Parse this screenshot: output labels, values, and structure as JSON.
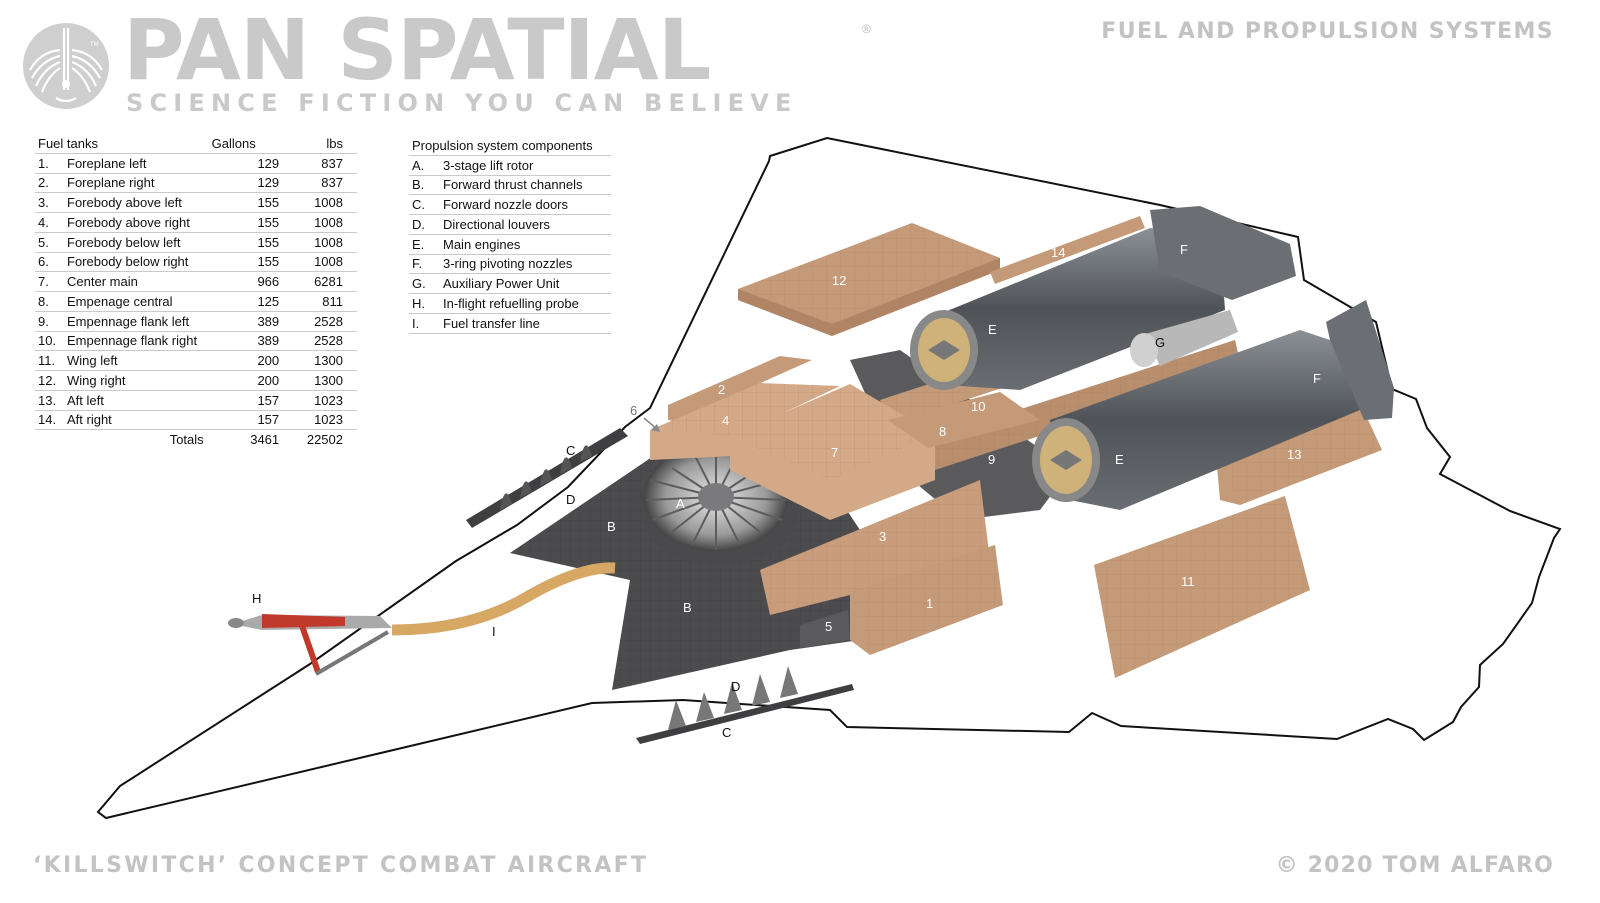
{
  "branding": {
    "title": "PAN SPATIAL",
    "registered_mark": "®",
    "tagline": "SCIENCE FICTION YOU CAN BELIEVE",
    "logo_mark": "TM",
    "logo_icon": "winged-emblem-icon"
  },
  "header": {
    "section_title": "FUEL AND PROPULSION SYSTEMS"
  },
  "footer": {
    "subject": "‘KILLSWITCH’ CONCEPT COMBAT AIRCRAFT",
    "copyright": "© 2020 TOM ALFARO"
  },
  "fuel_table": {
    "headers": {
      "name": "Fuel tanks",
      "gallons": "Gallons",
      "lbs": "lbs"
    },
    "rows": [
      {
        "no": "1.",
        "name": "Foreplane left",
        "gallons": "129",
        "lbs": "837"
      },
      {
        "no": "2.",
        "name": "Foreplane right",
        "gallons": "129",
        "lbs": "837"
      },
      {
        "no": "3.",
        "name": "Forebody above left",
        "gallons": "155",
        "lbs": "1008"
      },
      {
        "no": "4.",
        "name": "Forebody above right",
        "gallons": "155",
        "lbs": "1008"
      },
      {
        "no": "5.",
        "name": "Forebody below left",
        "gallons": "155",
        "lbs": "1008"
      },
      {
        "no": "6.",
        "name": "Forebody below right",
        "gallons": "155",
        "lbs": "1008"
      },
      {
        "no": "7.",
        "name": "Center main",
        "gallons": "966",
        "lbs": "6281"
      },
      {
        "no": "8.",
        "name": "Empenage central",
        "gallons": "125",
        "lbs": "811"
      },
      {
        "no": "9.",
        "name": "Empennage flank left",
        "gallons": "389",
        "lbs": "2528"
      },
      {
        "no": "10.",
        "name": "Empennage flank right",
        "gallons": "389",
        "lbs": "2528"
      },
      {
        "no": "11.",
        "name": "Wing left",
        "gallons": "200",
        "lbs": "1300"
      },
      {
        "no": "12.",
        "name": "Wing right",
        "gallons": "200",
        "lbs": "1300"
      },
      {
        "no": "13.",
        "name": "Aft left",
        "gallons": "157",
        "lbs": "1023"
      },
      {
        "no": "14.",
        "name": "Aft right",
        "gallons": "157",
        "lbs": "1023"
      }
    ],
    "totals": {
      "label": "Totals",
      "gallons": "3461",
      "lbs": "22502"
    }
  },
  "propulsion_table": {
    "header": "Propulsion system components",
    "rows": [
      {
        "letter": "A.",
        "name": "3-stage lift rotor"
      },
      {
        "letter": "B.",
        "name": "Forward thrust channels"
      },
      {
        "letter": "C.",
        "name": "Forward nozzle doors"
      },
      {
        "letter": "D.",
        "name": "Directional louvers"
      },
      {
        "letter": "E.",
        "name": "Main engines"
      },
      {
        "letter": "F.",
        "name": "3-ring pivoting nozzles"
      },
      {
        "letter": "G.",
        "name": "Auxiliary Power Unit"
      },
      {
        "letter": "H.",
        "name": "In-flight refuelling probe"
      },
      {
        "letter": "I.",
        "name": "Fuel transfer line"
      }
    ]
  },
  "diagram_labels": {
    "tank_1": "1",
    "tank_2": "2",
    "tank_3": "3",
    "tank_4": "4",
    "tank_5": "5",
    "tank_6": "6",
    "tank_7": "7",
    "tank_8": "8",
    "tank_9": "9",
    "tank_10": "10",
    "tank_11": "11",
    "tank_12": "12",
    "tank_13": "13",
    "tank_14": "14",
    "comp_a": "A",
    "comp_b": "B",
    "comp_c": "C",
    "comp_d": "D",
    "comp_e": "E",
    "comp_f": "F",
    "comp_g": "G",
    "comp_h": "H",
    "comp_i": "I"
  },
  "colors": {
    "tank": "#c49a78",
    "tank_top": "#d9b193",
    "tank_shadow": "#a87c5c",
    "body_dark": "#555557",
    "engine": "#6e7278",
    "probe_red": "#c0392b",
    "fuel_line": "#d7a764",
    "outline": "#111111",
    "brand_gray": "#c9c9c9"
  }
}
